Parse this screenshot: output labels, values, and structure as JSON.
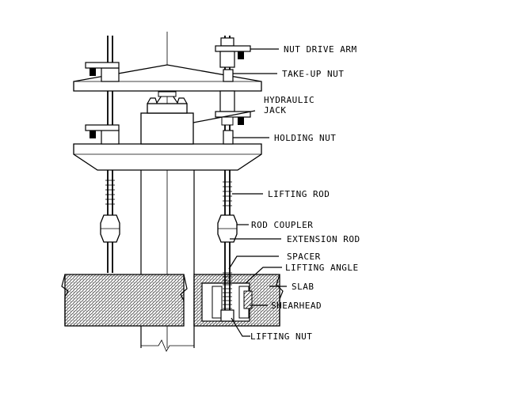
{
  "labels": {
    "nut_drive_arm": "NUT DRIVE ARM",
    "take_up_nut": "TAKE-UP NUT",
    "hydraulic": "HYDRAULIC",
    "jack": "JACK",
    "holding_nut": "HOLDING NUT",
    "lifting_rod": "LIFTING ROD",
    "rod_coupler": "ROD COUPLER",
    "extension_rod": "EXTENSION ROD",
    "spacer": "SPACER",
    "lifting_angle": "LIFTING ANGLE",
    "slab": "SLAB",
    "shearhead": "SHEARHEAD",
    "lifting_nut": "LIFTING NUT"
  },
  "colors": {
    "line": "#000000",
    "background": "#ffffff"
  }
}
